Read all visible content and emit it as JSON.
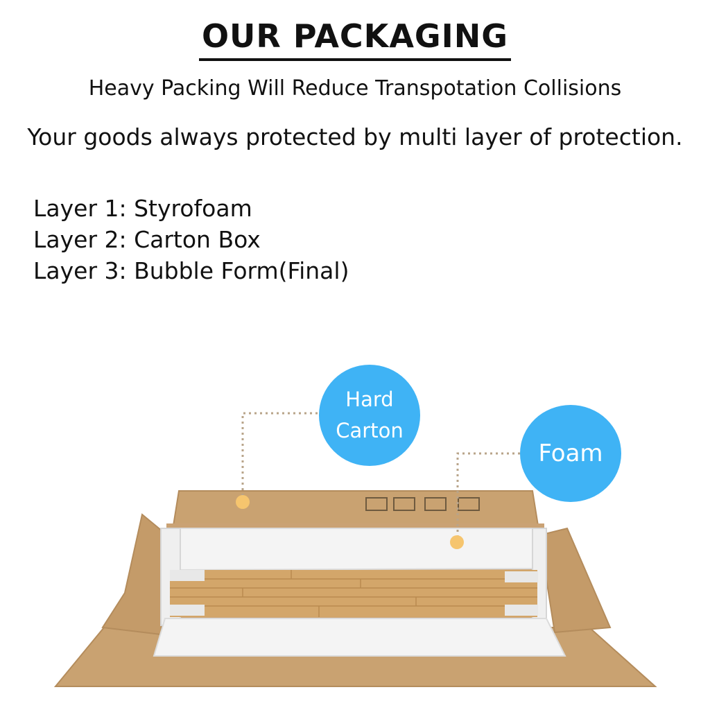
{
  "header": {
    "title": "OUR PACKAGING",
    "subtitle": "Heavy Packing Will Reduce Transpotation Collisions",
    "tagline": "Your goods always protected by multi layer of protection."
  },
  "layers": [
    "Layer 1: Styrofoam",
    "Layer 2: Carton Box",
    "Layer 3: Bubble Form(Final)"
  ],
  "callouts": {
    "hard_carton_line1": "Hard",
    "hard_carton_line2": "Carton",
    "foam": "Foam"
  },
  "colors": {
    "callout": "#3fb3f5",
    "cardboard": "#c9a271",
    "cardboard_dark": "#b48c5c",
    "foam": "#f4f4f4",
    "wood": "#d3a66a",
    "marker": "#f6c56e"
  }
}
